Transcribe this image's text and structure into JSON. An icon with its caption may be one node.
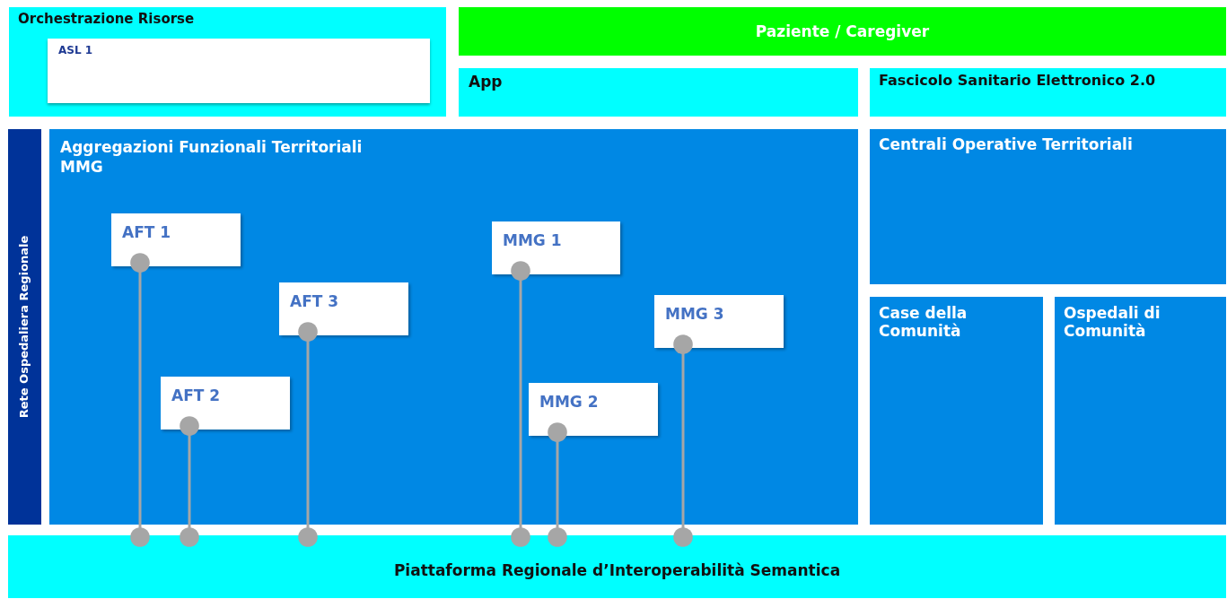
{
  "diagram": {
    "nodes": [
      {
        "text": [
          "Orchestrazione Risorse"
        ]
      },
      {
        "text": [
          "ASL 1"
        ],
        "in": 0
      },
      {
        "text": [
          "Paziente / Caregiver"
        ]
      },
      {
        "text": [
          "App"
        ]
      },
      {
        "text": [
          "Fascicolo Sanitario Elettronico 2.0"
        ]
      },
      {
        "text": [
          "Rete Ospedaliera Regionale"
        ]
      },
      {
        "text": [
          "Aggregazioni Funzionali Territoriali MMG"
        ]
      },
      {
        "text": [
          "AFT 1"
        ],
        "in": 6
      },
      {
        "text": [
          "AFT 2"
        ],
        "in": 6
      },
      {
        "text": [
          "AFT 3"
        ],
        "in": 6
      },
      {
        "text": [
          "MMG 1"
        ],
        "in": 6
      },
      {
        "text": [
          "MMG 2"
        ],
        "in": 6
      },
      {
        "text": [
          "MMG 3"
        ],
        "in": 6
      },
      {
        "text": [
          "Centrali Operative Territoriali"
        ]
      },
      {
        "text": [
          "Case della Comunità"
        ]
      },
      {
        "text": [
          "Ospedali di Comunità"
        ]
      },
      {
        "text": [
          "Piattaforma Regionale d’Interoperabilità Semantica"
        ]
      }
    ],
    "edges": [
      {
        "from": 7,
        "to": 16,
        "arrow": "other"
      },
      {
        "from": 8,
        "to": 16,
        "arrow": "other"
      },
      {
        "from": 9,
        "to": 16,
        "arrow": "other"
      },
      {
        "from": 10,
        "to": 16,
        "arrow": "other"
      },
      {
        "from": 11,
        "to": 16,
        "arrow": "other"
      },
      {
        "from": 12,
        "to": 16,
        "arrow": "other"
      }
    ]
  }
}
